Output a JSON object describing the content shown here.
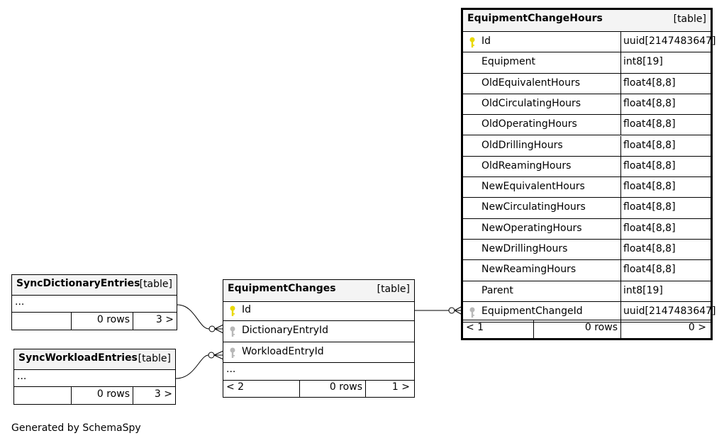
{
  "footer_text": "Generated by SchemaSpy",
  "tables": {
    "equipment_change_hours": {
      "name": "EquipmentChangeHours",
      "kind": "[table]",
      "columns": [
        {
          "name": "Id",
          "type": "uuid[2147483647]",
          "key": "primary"
        },
        {
          "name": "Equipment",
          "type": "int8[19]",
          "key": "none"
        },
        {
          "name": "OldEquivalentHours",
          "type": "float4[8,8]",
          "key": "none"
        },
        {
          "name": "OldCirculatingHours",
          "type": "float4[8,8]",
          "key": "none"
        },
        {
          "name": "OldOperatingHours",
          "type": "float4[8,8]",
          "key": "none"
        },
        {
          "name": "OldDrillingHours",
          "type": "float4[8,8]",
          "key": "none"
        },
        {
          "name": "OldReamingHours",
          "type": "float4[8,8]",
          "key": "none"
        },
        {
          "name": "NewEquivalentHours",
          "type": "float4[8,8]",
          "key": "none"
        },
        {
          "name": "NewCirculatingHours",
          "type": "float4[8,8]",
          "key": "none"
        },
        {
          "name": "NewOperatingHours",
          "type": "float4[8,8]",
          "key": "none"
        },
        {
          "name": "NewDrillingHours",
          "type": "float4[8,8]",
          "key": "none"
        },
        {
          "name": "NewReamingHours",
          "type": "float4[8,8]",
          "key": "none"
        },
        {
          "name": "Parent",
          "type": "int8[19]",
          "key": "none"
        },
        {
          "name": "EquipmentChangeId",
          "type": "uuid[2147483647]",
          "key": "foreign"
        }
      ],
      "parents": "< 1",
      "rows": "0 rows",
      "children": "0 >"
    },
    "equipment_changes": {
      "name": "EquipmentChanges",
      "kind": "[table]",
      "columns": [
        {
          "name": "Id",
          "key": "primary"
        },
        {
          "name": "DictionaryEntryId",
          "key": "foreign"
        },
        {
          "name": "WorkloadEntryId",
          "key": "foreign"
        }
      ],
      "ellipsis": "...",
      "parents": "< 2",
      "rows": "0 rows",
      "children": "1 >"
    },
    "sync_dictionary_entries": {
      "name": "SyncDictionaryEntries",
      "kind": "[table]",
      "ellipsis": "...",
      "parents": "",
      "rows": "0 rows",
      "children": "3 >"
    },
    "sync_workload_entries": {
      "name": "SyncWorkloadEntries",
      "kind": "[table]",
      "ellipsis": "...",
      "parents": "",
      "rows": "0 rows",
      "children": "3 >"
    }
  },
  "colors": {
    "primary_key_icon": "#e8d800",
    "foreign_key_icon": "#b8b8b8",
    "header_bg": "#f4f4f4"
  }
}
